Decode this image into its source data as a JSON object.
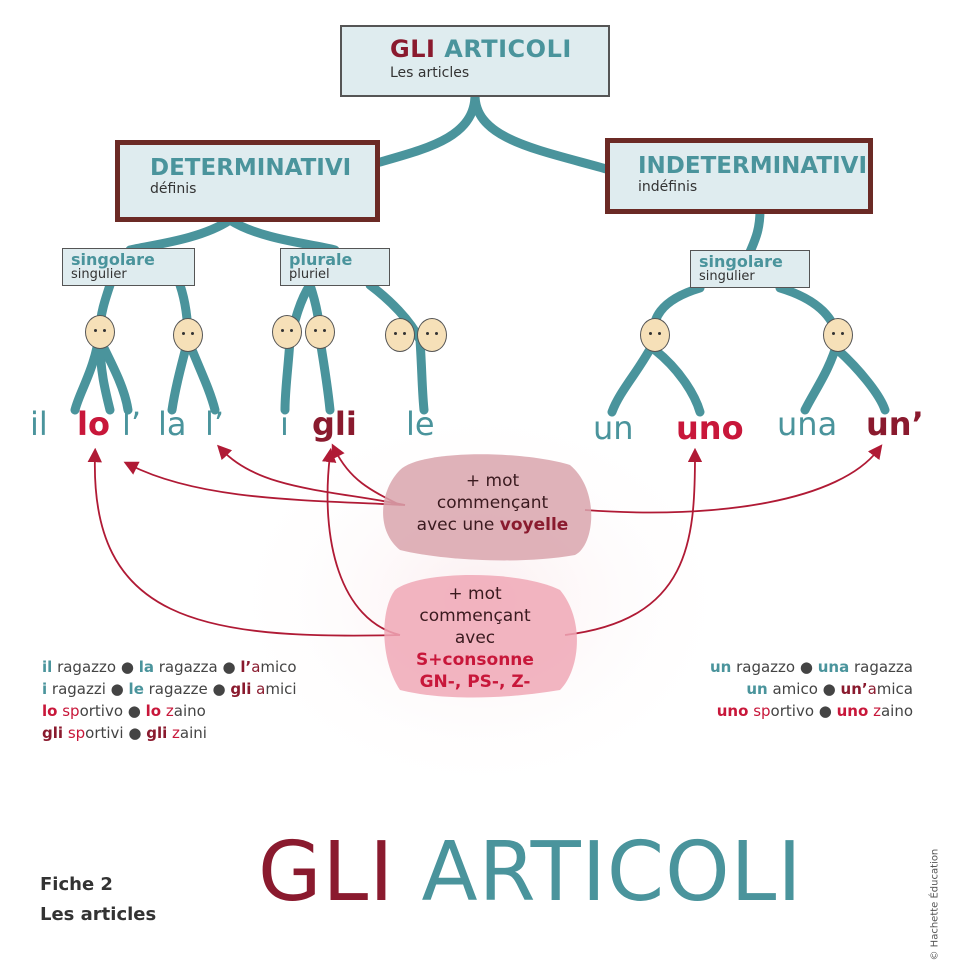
{
  "header": {
    "title_part1": "GLI",
    "title_part2": "ARTICOLI",
    "subtitle": "Les articles"
  },
  "determinativi": {
    "title": "DETERMINATIVI",
    "subtitle": "définis",
    "singolare": {
      "title": "singolare",
      "subtitle": "singulier"
    },
    "plurale": {
      "title": "plurale",
      "subtitle": "pluriel"
    }
  },
  "indeterminativi": {
    "title": "INDETERMINATIVI",
    "subtitle": "indéfinis",
    "singolare": {
      "title": "singolare",
      "subtitle": "singulier"
    }
  },
  "articles": [
    "il",
    "lo",
    "l’",
    "la",
    "l’",
    "i",
    "gli",
    "le",
    "un",
    "uno",
    "una",
    "un’"
  ],
  "cloud_vowel": {
    "line1": "+ mot",
    "line2": "commençant",
    "line3": "avec une",
    "highlight": "voyelle"
  },
  "cloud_consonant": {
    "line1": "+ mot",
    "line2": "commençant",
    "line3": "avec",
    "highlight1": "S+consonne",
    "highlight2": "GN-, PS-, Z-"
  },
  "examples_left": [
    [
      [
        "il",
        "teal"
      ],
      [
        " ragazzo ● ",
        ""
      ],
      [
        "la",
        "teal"
      ],
      [
        " ragazza ● ",
        ""
      ],
      [
        "l’",
        "red"
      ],
      [
        "a",
        "redthin"
      ],
      [
        "mico",
        ""
      ]
    ],
    [
      [
        "i",
        "teal"
      ],
      [
        " ragazzi ● ",
        ""
      ],
      [
        "le",
        "teal"
      ],
      [
        " ragazze ● ",
        ""
      ],
      [
        "gli",
        "red"
      ],
      [
        " ",
        ""
      ],
      [
        "a",
        "redthin"
      ],
      [
        "mici",
        ""
      ]
    ],
    [
      [
        "lo",
        "bright"
      ],
      [
        " ",
        ""
      ],
      [
        "sp",
        "brightthin"
      ],
      [
        "ortivo ● ",
        ""
      ],
      [
        "lo",
        "bright"
      ],
      [
        " ",
        ""
      ],
      [
        "z",
        "brightthin"
      ],
      [
        "aino",
        ""
      ]
    ],
    [
      [
        "gli",
        "red"
      ],
      [
        " ",
        ""
      ],
      [
        "sp",
        "brightthin"
      ],
      [
        "ortivi ● ",
        ""
      ],
      [
        "gli",
        "red"
      ],
      [
        " ",
        ""
      ],
      [
        "z",
        "brightthin"
      ],
      [
        "aini",
        ""
      ]
    ]
  ],
  "examples_right": [
    [
      [
        "un",
        "teal"
      ],
      [
        " ragazzo ● ",
        ""
      ],
      [
        "una",
        "teal"
      ],
      [
        " ragazza",
        ""
      ]
    ],
    [
      [
        "un",
        "teal"
      ],
      [
        " amico ● ",
        ""
      ],
      [
        "un’",
        "red"
      ],
      [
        "a",
        "redthin"
      ],
      [
        "mica",
        ""
      ]
    ],
    [
      [
        "uno",
        "bright"
      ],
      [
        " ",
        ""
      ],
      [
        "sp",
        "brightthin"
      ],
      [
        "ortivo ● ",
        ""
      ],
      [
        "uno",
        "bright"
      ],
      [
        " ",
        ""
      ],
      [
        "z",
        "brightthin"
      ],
      [
        "aino",
        ""
      ]
    ]
  ],
  "footer": {
    "fiche": "Fiche 2",
    "fiche_sub": "Les articles",
    "big_part1": "GLI",
    "big_part2": "ARTICOLI",
    "copyright": "© Hachette Éducation"
  },
  "colors": {
    "teal": "#4a949c",
    "dark_red": "#8a1a2e",
    "red": "#c8173a",
    "box": "#dfecef",
    "frame": "#6b2a25"
  }
}
